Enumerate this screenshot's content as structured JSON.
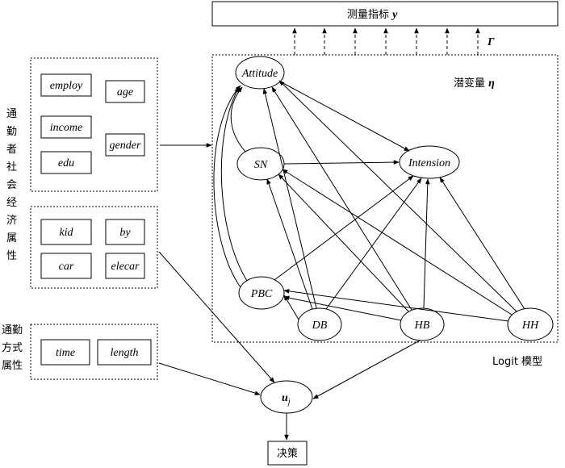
{
  "measurement": {
    "label": "测量指标 ",
    "symbol": "y",
    "gamma": "Γ"
  },
  "latent_label": {
    "text": "潜变量 ",
    "symbol": "η"
  },
  "logit_label": "Logit 模型",
  "decision_label": "决策",
  "utility_label": {
    "main": "u",
    "sub": "j"
  },
  "groups": {
    "socio_title": [
      "通",
      "勤",
      "者",
      "社",
      "会",
      "经",
      "济",
      "属",
      "性"
    ],
    "mode_title": [
      "通勤",
      "方式",
      "属性"
    ],
    "socio_box1": [
      "employ",
      "age",
      "income",
      "gender",
      "edu"
    ],
    "socio_box2": [
      "kid",
      "by",
      "car",
      "elecar"
    ],
    "mode_box": [
      "time",
      "length"
    ]
  },
  "latent_nodes": [
    "Attitude",
    "SN",
    "Intension",
    "PBC",
    "DB",
    "HB",
    "HH"
  ]
}
